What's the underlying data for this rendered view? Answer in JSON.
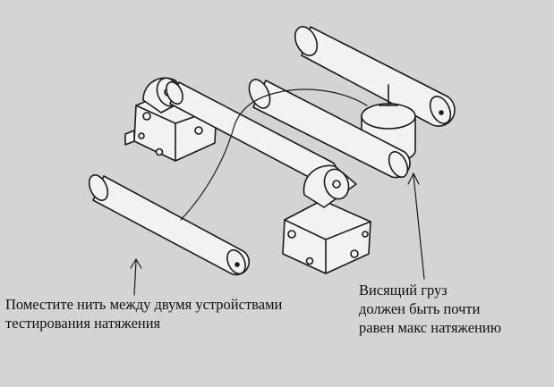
{
  "captions": {
    "left": {
      "line1": "Поместите нить между двумя устройствами",
      "line2": "тестирования натяжения"
    },
    "right": {
      "line1": "Висящий груз",
      "line2": "должен быть почти",
      "line3": "равен макс натяжению"
    }
  },
  "colors": {
    "background": "#d4d4d4",
    "line": "#1a1a1a",
    "roller_fill": "#f2f2f2",
    "text": "#111111"
  }
}
